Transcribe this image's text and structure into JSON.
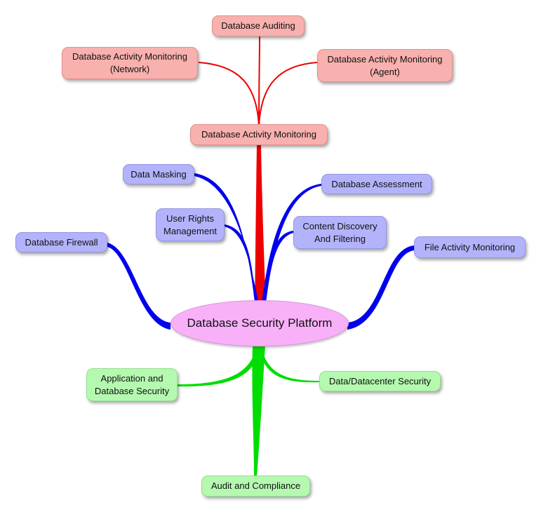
{
  "colors": {
    "red_branch": "#ee0000",
    "blue_branch": "#0000ee",
    "green_branch": "#00dd00",
    "red_node": "#f8b1ae",
    "blue_node": "#b3b3fb",
    "green_node": "#b5f9b0",
    "root_node": "#f8b0f9"
  },
  "root": {
    "label": "Database Security Platform"
  },
  "nodes": {
    "database_activity_monitoring": "Database Activity Monitoring",
    "database_auditing": "Database Auditing",
    "dam_network": "Database Activity Monitoring\n(Network)",
    "dam_agent": "Database Activity Monitoring\n(Agent)",
    "data_masking": "Data Masking",
    "user_rights_management": "User Rights\nManagement",
    "database_firewall": "Database Firewall",
    "database_assessment": "Database Assessment",
    "content_discovery": "Content Discovery\nAnd Filtering",
    "file_activity_monitoring": "File Activity Monitoring",
    "application_database_security": "Application and\nDatabase Security",
    "data_datacenter_security": "Data/Datacenter Security",
    "audit_compliance": "Audit and Compliance"
  }
}
